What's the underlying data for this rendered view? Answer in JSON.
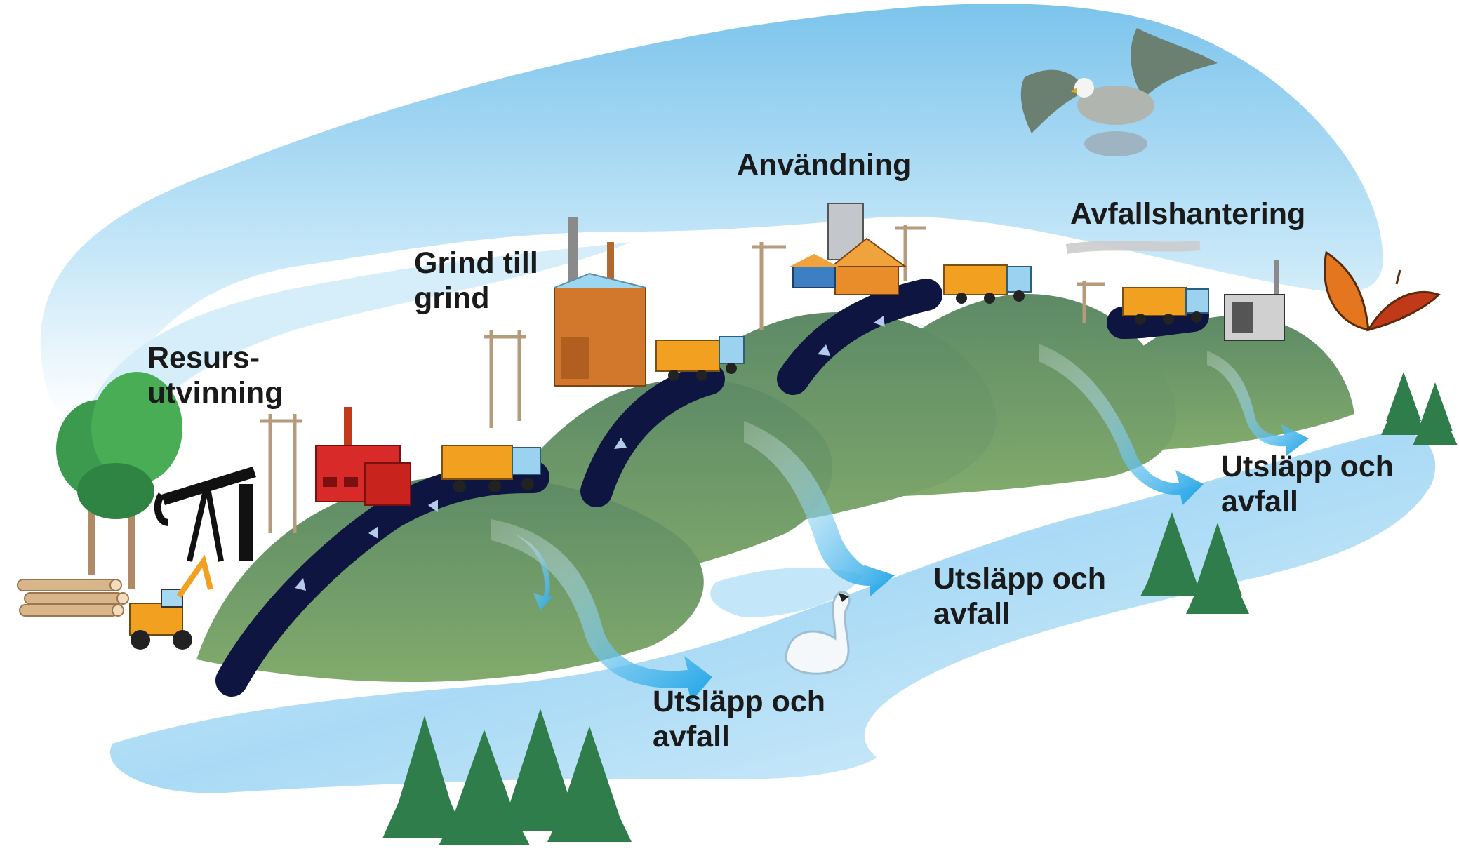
{
  "labels": {
    "resource_extraction": [
      "Resurs-",
      "utvinning"
    ],
    "gate_to_gate": [
      "Grind till",
      "grind"
    ],
    "use": "Användning",
    "waste_management": "Avfallshantering",
    "emissions_left": [
      "Utsläpp och",
      "avfall"
    ],
    "emissions_middle": [
      "Utsläpp och",
      "avfall"
    ],
    "emissions_right": [
      "Utsläpp och",
      "avfall"
    ]
  },
  "colors": {
    "sky": "#c9e8f7",
    "water": "#b9e1f6",
    "arrow": "#29a9e6",
    "hill": "#6f9a6a",
    "hill_shadow": "#4f7a5c",
    "road": "#0d1540",
    "truck": "#f2a01f",
    "building": "#d2782c",
    "factory": "#d92a2a",
    "tree": "#2e7d4a",
    "pump": "#111111"
  },
  "icons": [
    "oil-pump-icon",
    "forest-machine-icon",
    "log-pile-icon",
    "factory-icon",
    "truck-icon",
    "house-icon",
    "incinerator-icon",
    "power-pole-icon",
    "spruce-tree-icon",
    "deciduous-tree-icon",
    "bird-icon",
    "butterfly-icon",
    "swan-icon",
    "road-arrow-icon"
  ]
}
